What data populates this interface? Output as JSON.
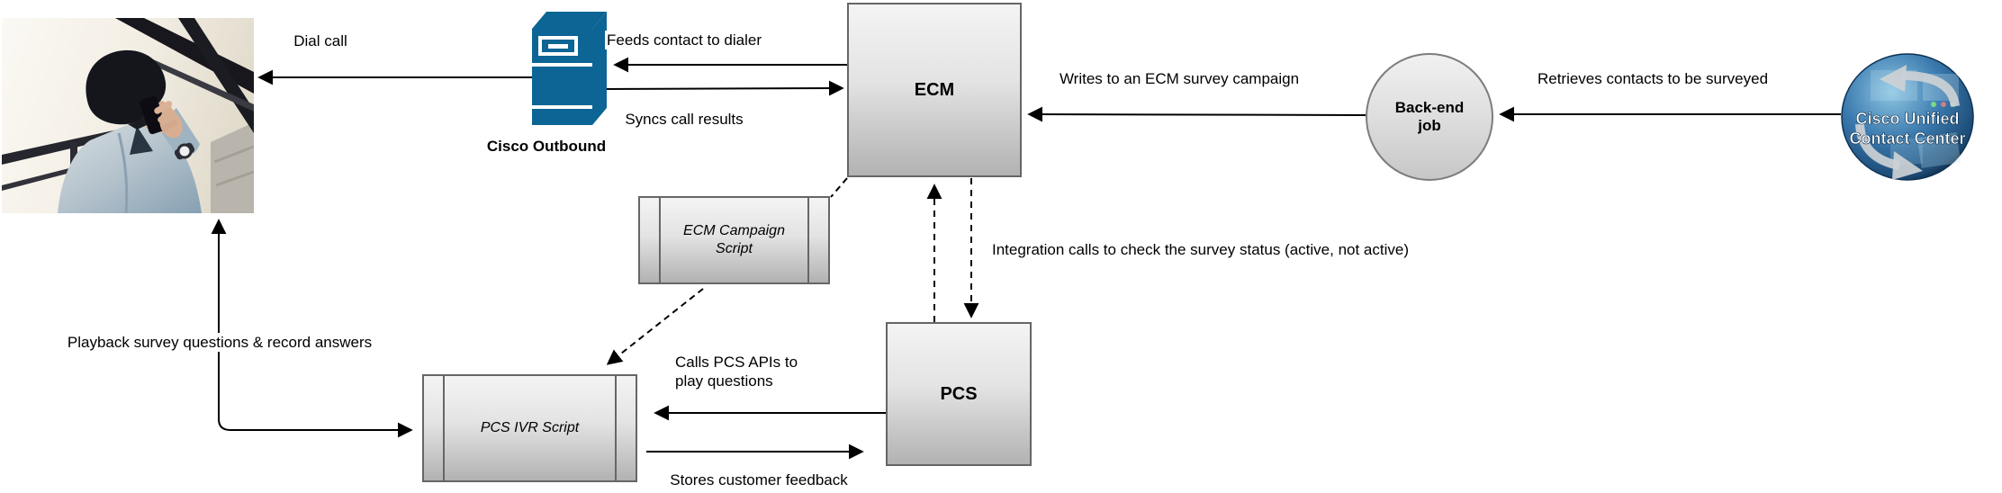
{
  "colors": {
    "server_blue": "#0c6594",
    "node_border": "#666666",
    "connector": "#000000",
    "globe_blue": "#2e6da4"
  },
  "nodes": {
    "customer_photo": {
      "icon": "person-on-phone-photo"
    },
    "cisco_outbound": {
      "label": "Cisco Outbound",
      "icon": "server-icon"
    },
    "ecm": {
      "label": "ECM"
    },
    "backend_job": {
      "lines": [
        "Back-end",
        "job"
      ]
    },
    "cisco_unified_contact_center": {
      "icon": "globe-icon",
      "lines": [
        "Cisco Unified",
        "Contact Center"
      ]
    },
    "ecm_campaign_script": {
      "lines": [
        "ECM Campaign",
        "Script"
      ]
    },
    "pcs": {
      "label": "PCS"
    },
    "pcs_ivr_script": {
      "label": "PCS IVR Script"
    }
  },
  "edges": {
    "dial_call": {
      "label": "Dial call"
    },
    "feeds_contact": {
      "label": "Feeds contact to dialer"
    },
    "syncs_results": {
      "label": "Syncs call results"
    },
    "writes_campaign": {
      "label": "Writes to an ECM survey campaign"
    },
    "retrieves_contacts": {
      "label": "Retrieves contacts to be surveyed"
    },
    "integration_calls": {
      "label": "Integration calls to check the survey status (active, not active)"
    },
    "calls_pcs_apis": {
      "lines": [
        "Calls PCS APIs to",
        "play questions"
      ]
    },
    "stores_feedback": {
      "label": "Stores customer feedback"
    },
    "playback_record": {
      "label": "Playback survey questions & record answers"
    }
  }
}
